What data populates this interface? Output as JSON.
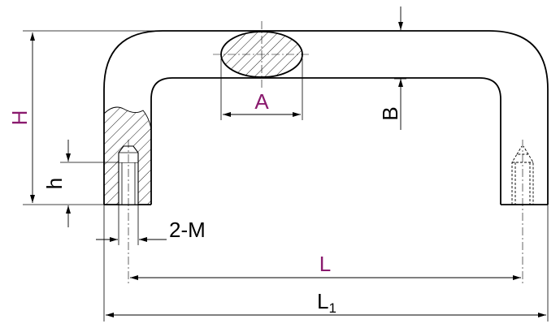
{
  "diagram": {
    "labels": {
      "H": "H",
      "h": "h",
      "A": "A",
      "B": "B",
      "M": "2-M",
      "L": "L",
      "L1_main": "L",
      "L1_sub": "1"
    },
    "colors": {
      "outline": "#000000",
      "label_accent": "#8a1a6e",
      "label_black": "#000000",
      "background": "#ffffff"
    }
  }
}
